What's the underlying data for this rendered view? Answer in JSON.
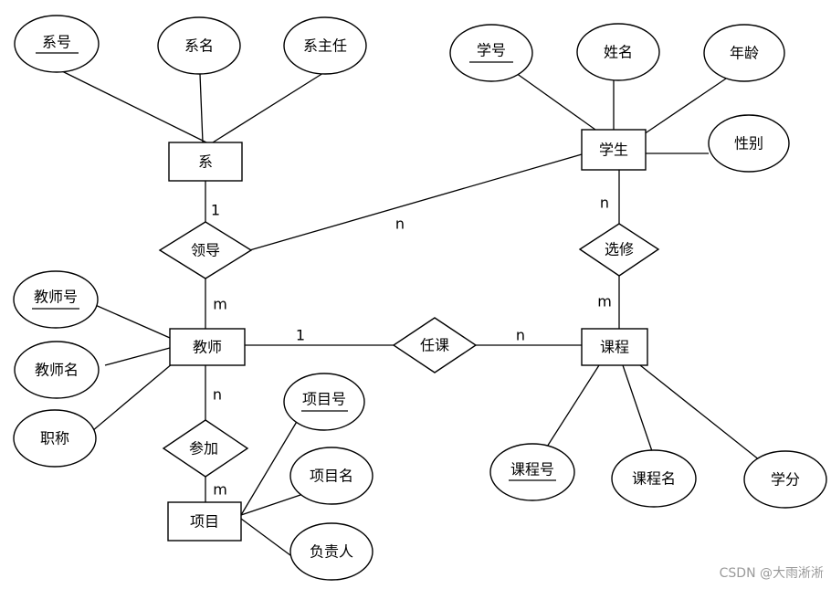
{
  "entities": {
    "dept": "系",
    "student": "学生",
    "teacher": "教师",
    "course": "课程",
    "project": "项目"
  },
  "relationships": {
    "lead": "领导",
    "select": "选修",
    "teach": "任课",
    "join": "参加"
  },
  "attributes": {
    "dept_no": "系号",
    "dept_name": "系名",
    "dept_head": "系主任",
    "stu_no": "学号",
    "stu_name": "姓名",
    "stu_age": "年龄",
    "stu_gender": "性别",
    "tch_no": "教师号",
    "tch_name": "教师名",
    "tch_title": "职称",
    "proj_no": "项目号",
    "proj_name": "项目名",
    "proj_owner": "负责人",
    "course_no": "课程号",
    "course_name": "课程名",
    "course_credit": "学分"
  },
  "key_attributes": [
    "dept_no",
    "stu_no",
    "tch_no",
    "proj_no",
    "course_no"
  ],
  "cardinalities": {
    "dept_lead": "1",
    "student_lead": "n",
    "teacher_lead": "m",
    "student_select": "n",
    "course_select": "m",
    "teacher_teach": "1",
    "course_teach": "n",
    "teacher_join": "n",
    "project_join": "m"
  },
  "watermark": "CSDN @大雨淅淅"
}
